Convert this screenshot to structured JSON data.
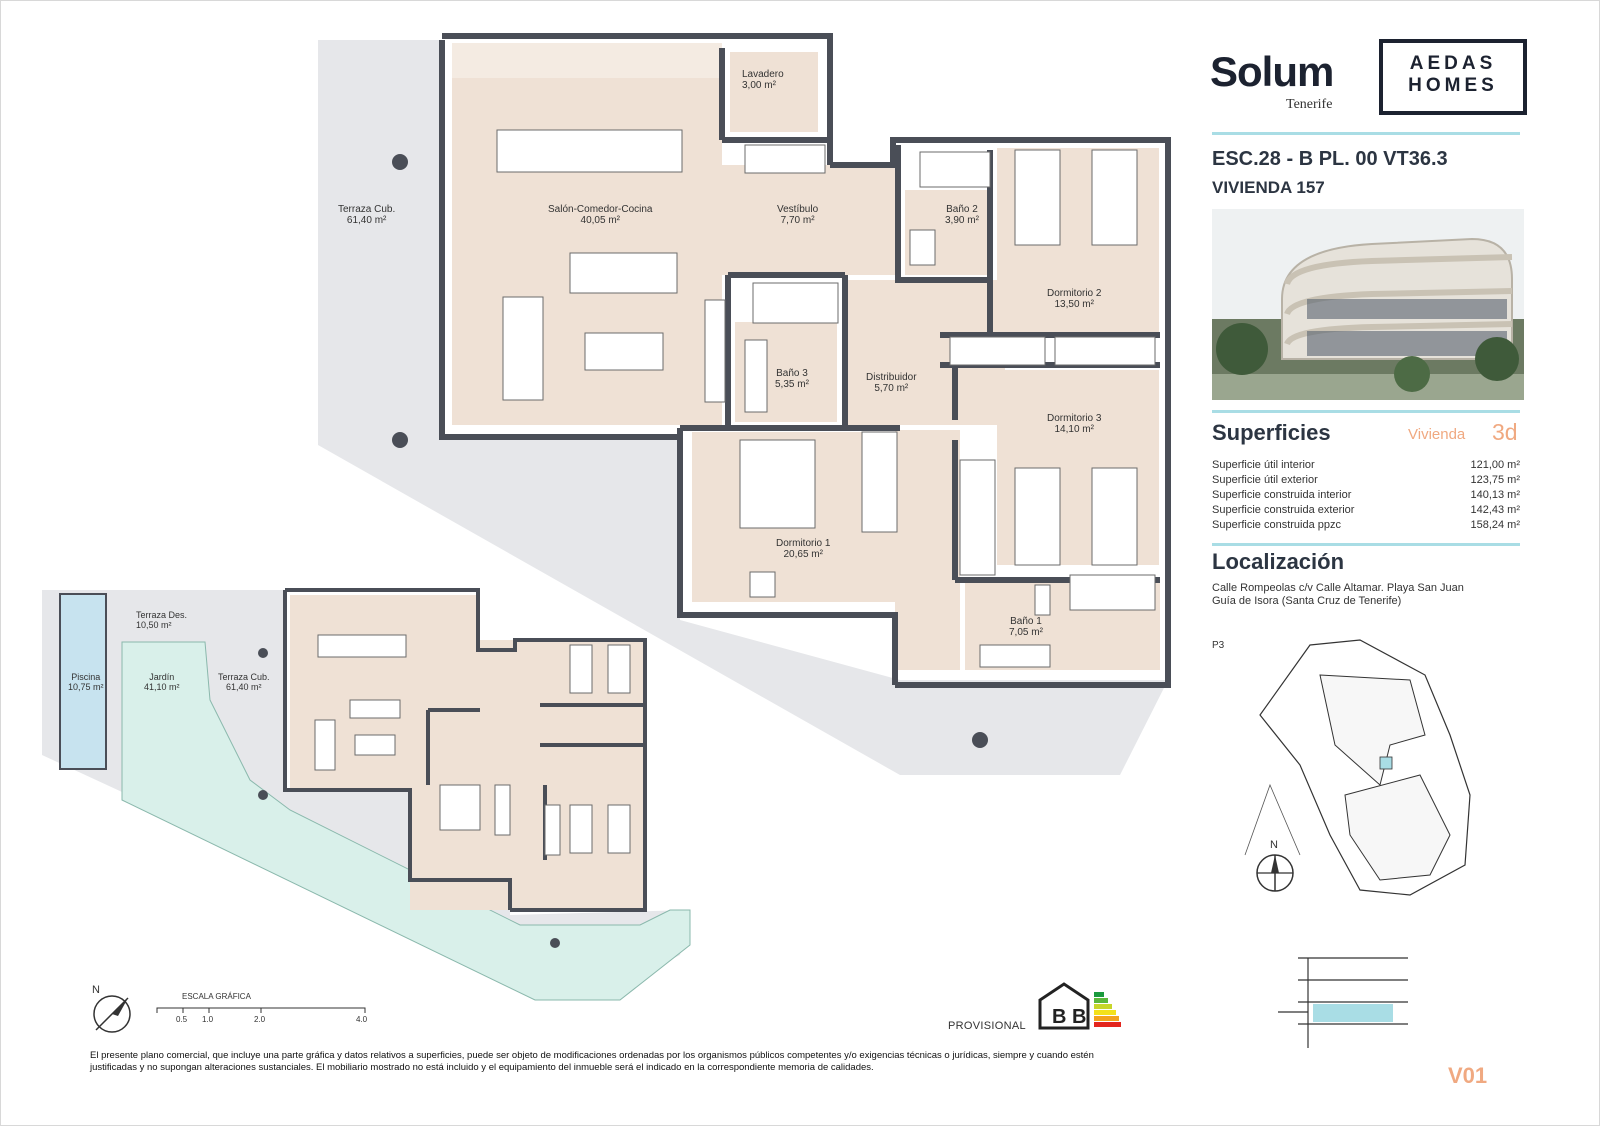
{
  "brand": {
    "name": "Solum",
    "location": "Tenerife",
    "partner_line1": "AEDAS",
    "partner_line2": "HOMES"
  },
  "unit": {
    "code": "ESC.28 - B  PL. 00 VT36.3",
    "vivienda": "VIVIENDA 157"
  },
  "superficies": {
    "title": "Superficies",
    "type_label": "Vivienda",
    "type_value": "3d",
    "rows": [
      {
        "label": "Superficie útil interior",
        "value": "121,00 m²"
      },
      {
        "label": "Superficie útil exterior",
        "value": "123,75 m²"
      },
      {
        "label": "Superficie construida interior",
        "value": "140,13 m²"
      },
      {
        "label": "Superficie construida exterior",
        "value": "142,43 m²"
      },
      {
        "label": "Superficie construida ppzc",
        "value": "158,24 m²"
      }
    ]
  },
  "localizacion": {
    "title": "Localización",
    "line1": "Calle Rompeolas c/v Calle Altamar. Playa San Juan",
    "line2": "Guía de Isora (Santa Cruz de Tenerife)"
  },
  "site_plan_label": "P3",
  "north_label": "N",
  "rooms": [
    {
      "name": "Terraza Cub.",
      "area": "61,40 m²"
    },
    {
      "name": "Salón-Comedor-Cocina",
      "area": "40,05 m²"
    },
    {
      "name": "Lavadero",
      "area": "3,00 m²"
    },
    {
      "name": "Vestíbulo",
      "area": "7,70 m²"
    },
    {
      "name": "Baño 2",
      "area": "3,90 m²"
    },
    {
      "name": "Dormitorio 2",
      "area": "13,50 m²"
    },
    {
      "name": "Baño 3",
      "area": "5,35 m²"
    },
    {
      "name": "Distribuidor",
      "area": "5,70 m²"
    },
    {
      "name": "Dormitorio 3",
      "area": "14,10 m²"
    },
    {
      "name": "Dormitorio 1",
      "area": "20,65 m²"
    },
    {
      "name": "Baño 1",
      "area": "7,05 m²"
    }
  ],
  "small_plan_rooms": [
    {
      "name": "Terraza Des.",
      "area": "10,50 m²"
    },
    {
      "name": "Piscina",
      "area": "10,75 m²"
    },
    {
      "name": "Jardín",
      "area": "41,10 m²"
    },
    {
      "name": "Terraza Cub.",
      "area": "61,40 m²"
    }
  ],
  "scale": {
    "title": "ESCALA GRÁFICA",
    "ticks": [
      "0.5",
      "1.0",
      "2.0",
      "4.0"
    ]
  },
  "energy": {
    "label": "PROVISIONAL",
    "rating1": "B",
    "rating2": "B"
  },
  "version": "V01",
  "disclaimer": "El presente plano comercial, que incluye una parte gráfica y datos relativos a superficies, puede ser objeto de modificaciones ordenadas por los organismos públicos competentes y/o exigencias técnicas o jurídicas, siempre y cuando estén justificadas y no supongan alteraciones sustanciales. El mobiliario mostrado no está incluido y el equipamiento del inmueble será el indicado en la correspondiente memoria de calidades.",
  "colors": {
    "wall": "#4a4e57",
    "floor": "#efe1d5",
    "terrace": "#e6e7ea",
    "accent_rule": "#a9dde5",
    "accent_orange": "#f0a981",
    "pool": "#c7e3ef",
    "garden": "#d9f0ea"
  }
}
